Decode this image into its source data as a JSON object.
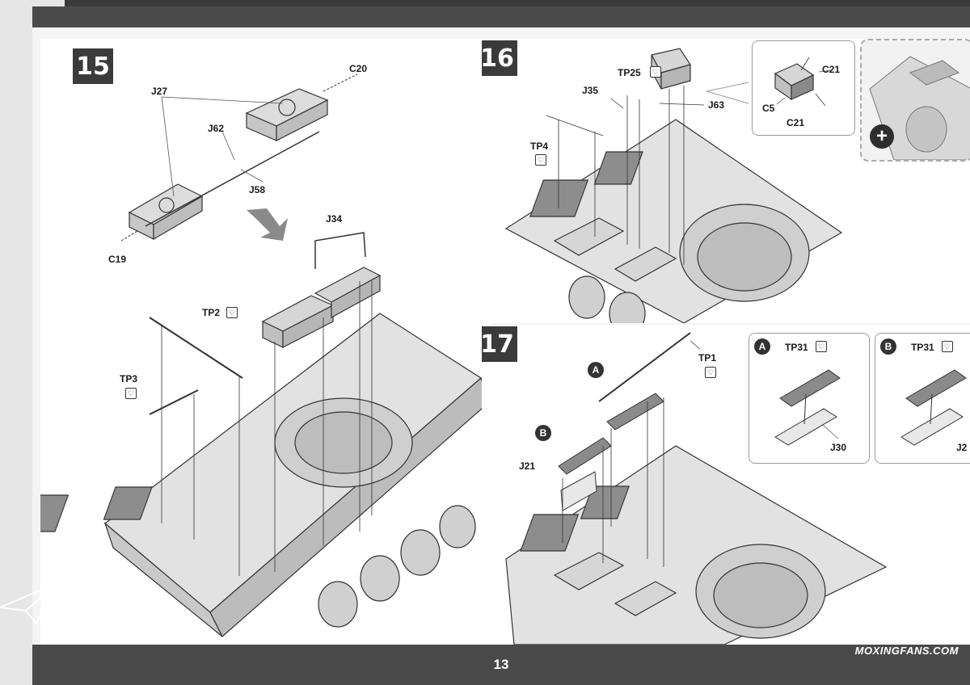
{
  "page": {
    "number": "13",
    "watermark": "MOXINGFANS.COM"
  },
  "steps": [
    {
      "id": "15",
      "labels": {
        "c20": "C20",
        "j27": "J27",
        "j62": "J62",
        "j58": "J58",
        "c19": "C19",
        "j34": "J34",
        "tp2": "TP2",
        "tp3": "TP3"
      }
    },
    {
      "id": "16",
      "labels": {
        "tp25": "TP25",
        "j35": "J35",
        "j63": "J63",
        "tp4": "TP4",
        "c21a": "C21",
        "c5": "C5",
        "c21b": "C21"
      }
    },
    {
      "id": "17",
      "labels": {
        "tp1": "TP1",
        "a": "A",
        "b": "B",
        "j21": "J21",
        "inset_a": "A",
        "inset_b": "B",
        "tp31a": "TP31",
        "tp31b": "TP31",
        "j30": "J30",
        "j2": "J2"
      }
    }
  ],
  "icons": {
    "tp_symbol": "♡"
  },
  "colors": {
    "badge": "#3b3b3b",
    "frame": "#4a4a4a",
    "line": "#333333"
  }
}
